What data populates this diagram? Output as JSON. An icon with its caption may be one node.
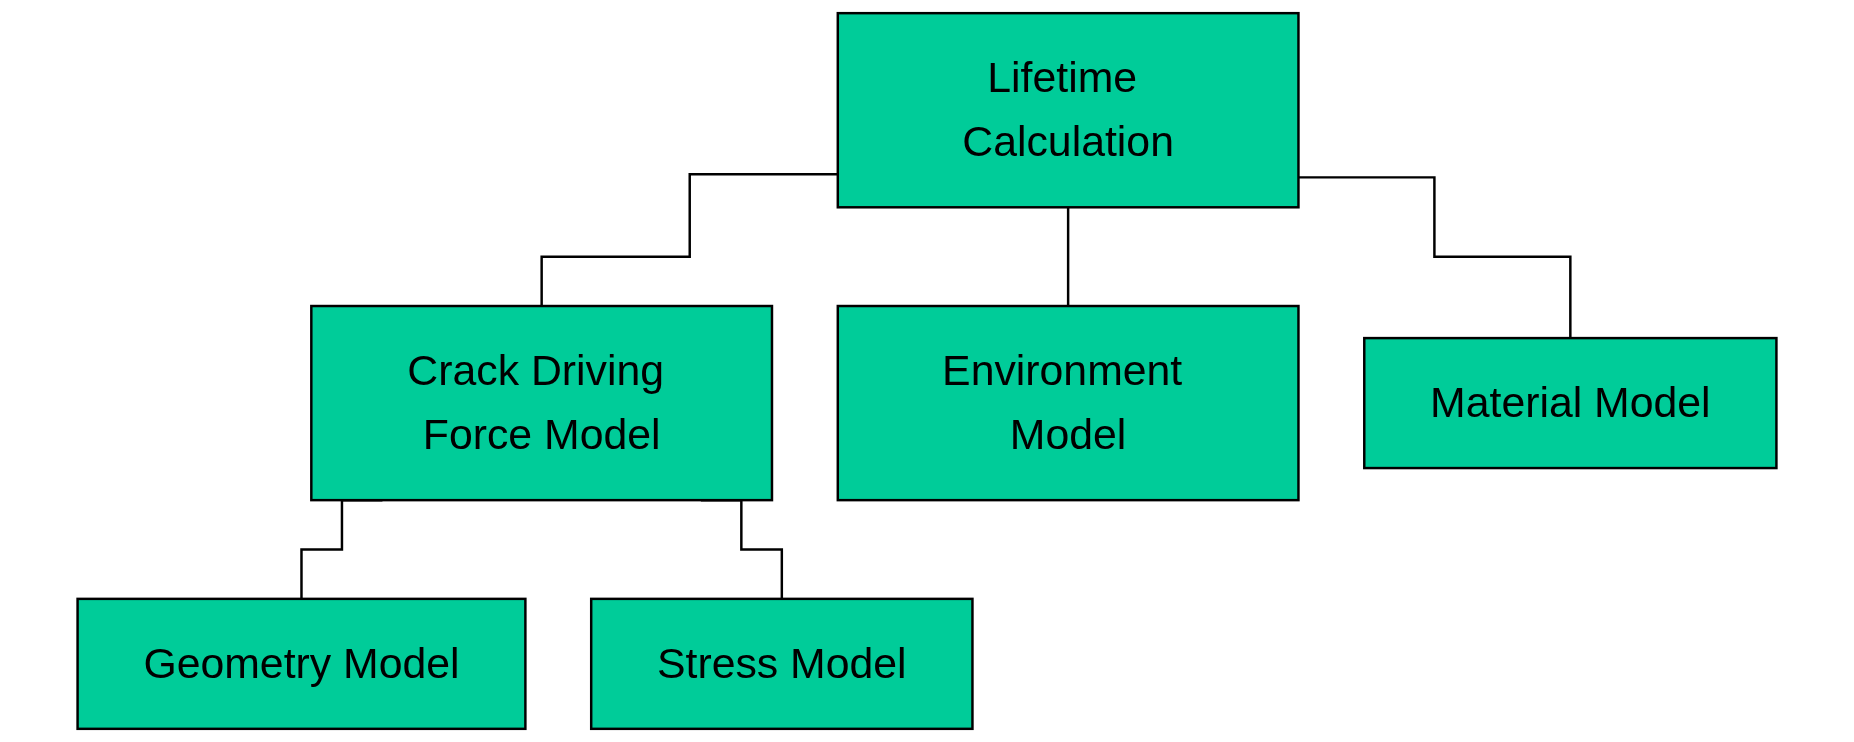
{
  "diagram": {
    "nodes": [
      {
        "text": [
          "Lifetime Calculation"
        ]
      },
      {
        "text": [
          "Crack Driving Force Model"
        ]
      },
      {
        "text": [
          "Environment Model"
        ]
      },
      {
        "text": [
          "Material Model"
        ]
      },
      {
        "text": [
          "Geometry Model"
        ]
      },
      {
        "text": [
          "Stress Model"
        ]
      }
    ],
    "edges": [
      {
        "from": 0,
        "to": 1,
        "arrow": "none"
      },
      {
        "from": 0,
        "to": 2,
        "arrow": "none"
      },
      {
        "from": 0,
        "to": 3,
        "arrow": "none"
      },
      {
        "from": 1,
        "to": 4,
        "arrow": "none"
      },
      {
        "from": 1,
        "to": 5,
        "arrow": "none"
      }
    ]
  }
}
